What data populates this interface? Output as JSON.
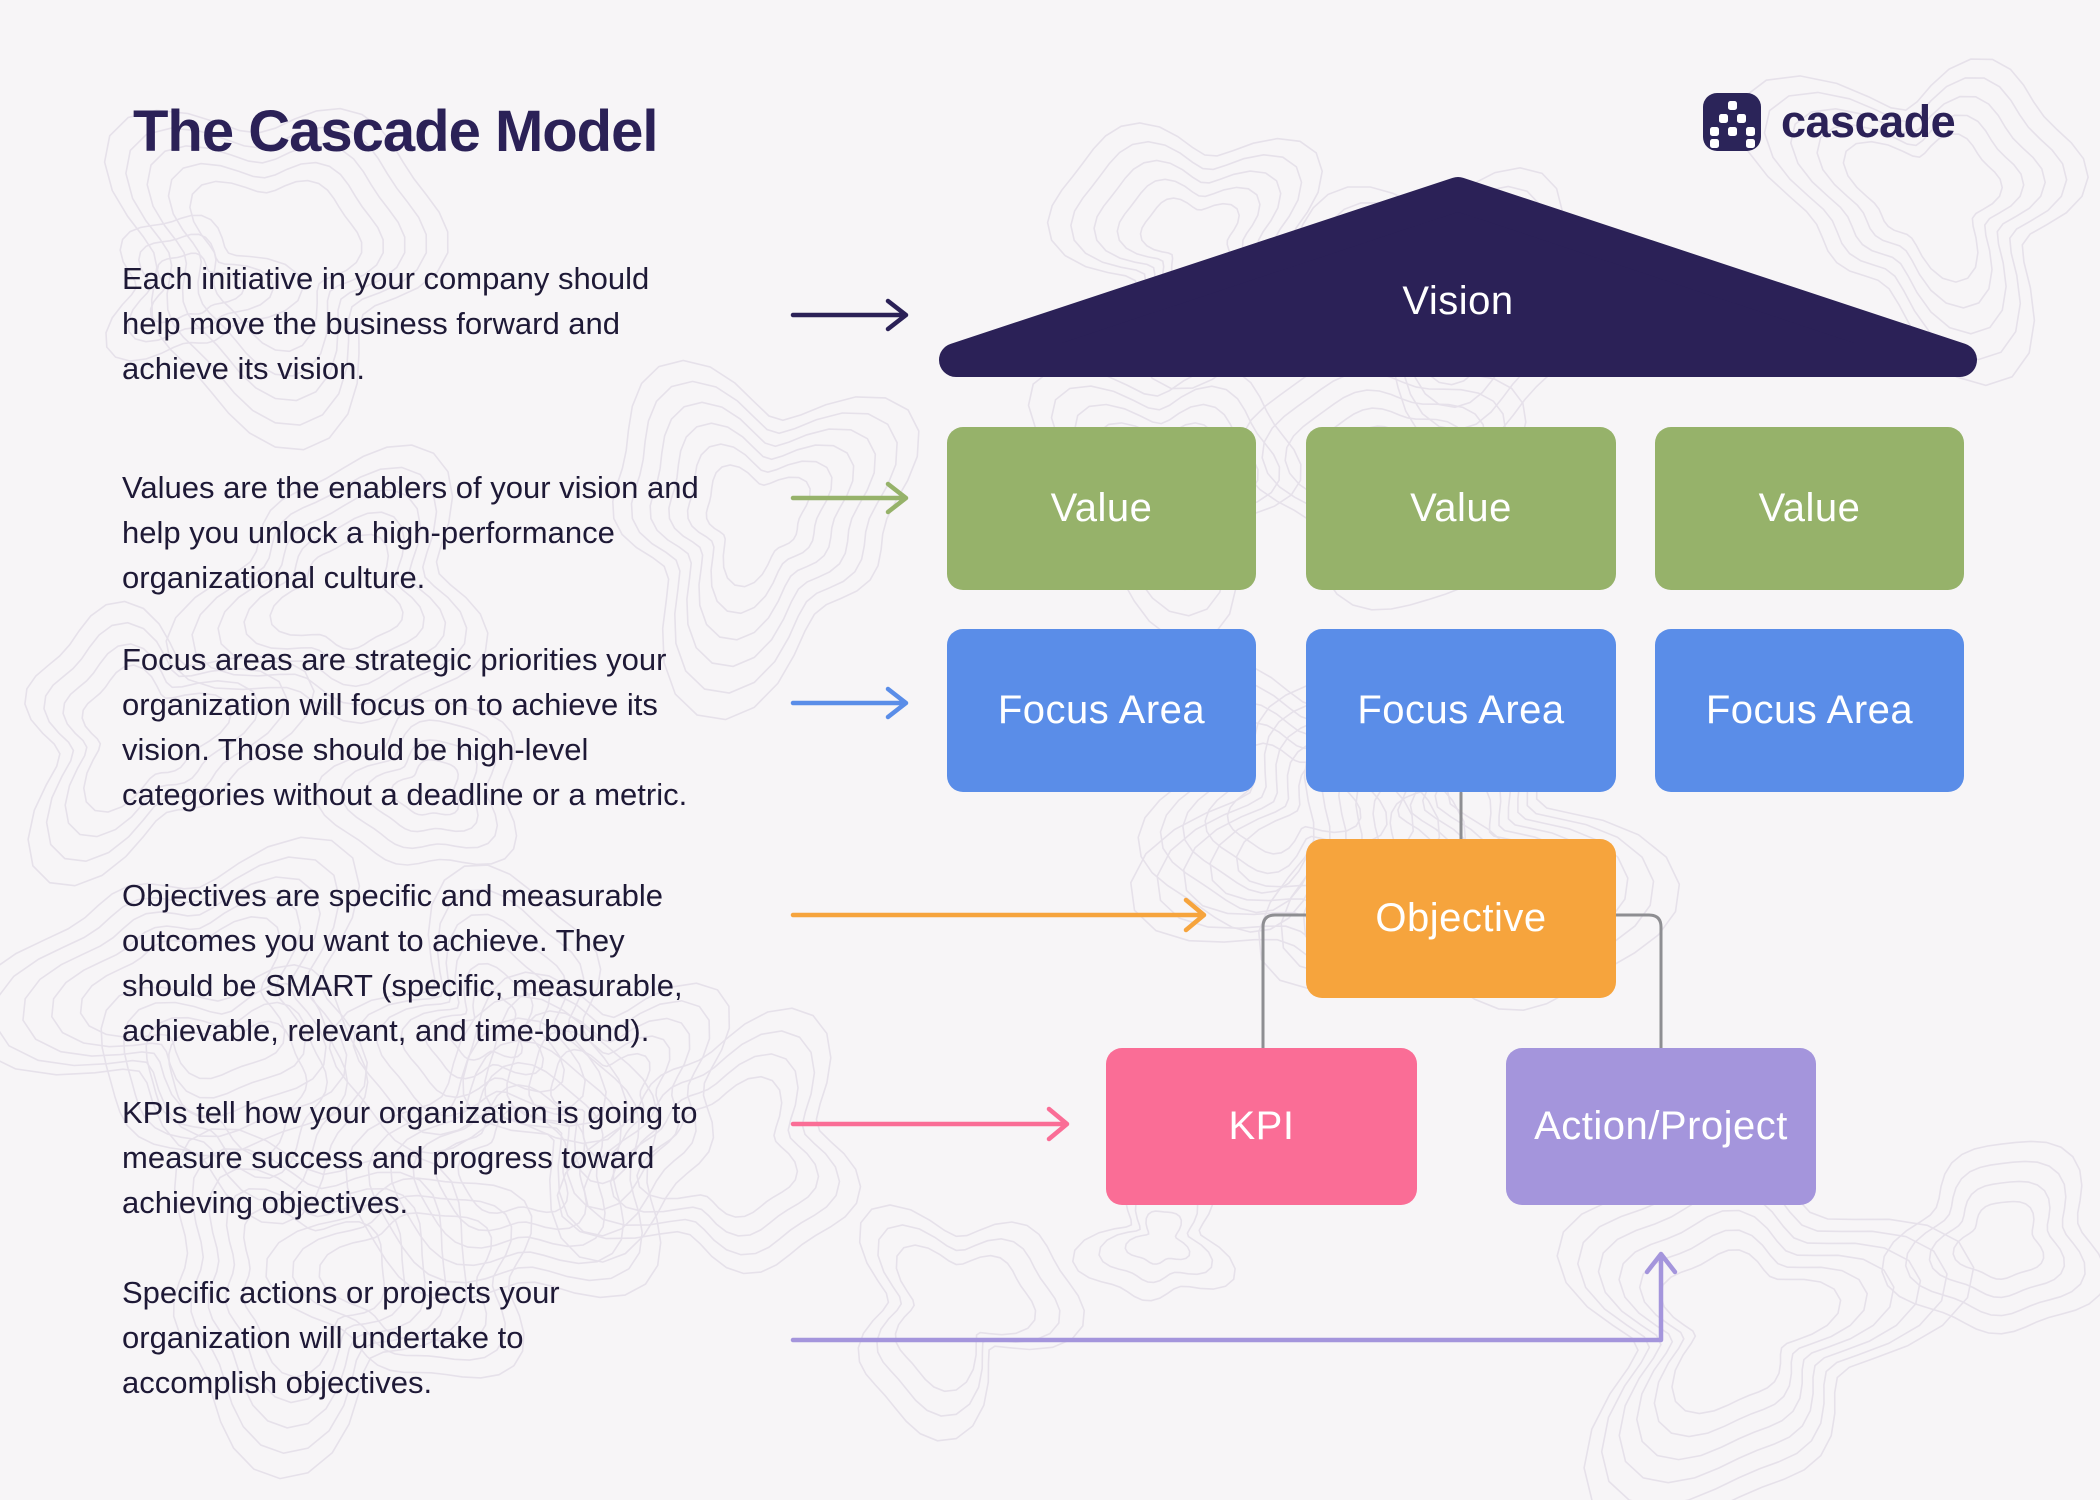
{
  "header": {
    "title": "The Cascade Model",
    "brand": "cascade"
  },
  "colors": {
    "background": "#f7f5f7",
    "navy": "#2b2157",
    "green": "#96b26a",
    "blue": "#5a8de8",
    "orange": "#f6a43d",
    "pink": "#fa6d96",
    "purple": "#a495dc",
    "connector_gray": "#8e8e92",
    "text": "#1e1936"
  },
  "annotations": [
    {
      "text": "Each initiative in your company should\nhelp move the business forward and\nachieve its vision.",
      "arrow_color": "#2b2157"
    },
    {
      "text": "Values are the enablers of your vision and\nhelp you unlock a high-performance\norganizational culture.",
      "arrow_color": "#96b26a"
    },
    {
      "text": "Focus areas are strategic priorities your\norganization will focus on to achieve its\nvision. Those should be high-level\ncategories without a deadline or a metric.",
      "arrow_color": "#5a8de8"
    },
    {
      "text": "Objectives are specific and measurable\noutcomes you want to achieve. They\nshould be SMART (specific, measurable,\nachievable, relevant, and time-bound).",
      "arrow_color": "#f6a43d"
    },
    {
      "text": "KPIs tell how your organization is going to\nmeasure success and progress toward\nachieving objectives.",
      "arrow_color": "#fa6d96"
    },
    {
      "text": "Specific actions or projects your\norganization will undertake to\naccomplish objectives.",
      "arrow_color": "#a495dc"
    }
  ],
  "diagram": {
    "vision": {
      "label": "Vision",
      "color": "#2b2157"
    },
    "values": [
      {
        "label": "Value"
      },
      {
        "label": "Value"
      },
      {
        "label": "Value"
      }
    ],
    "value_color": "#96b26a",
    "focus_areas": [
      {
        "label": "Focus Area"
      },
      {
        "label": "Focus Area"
      },
      {
        "label": "Focus Area"
      }
    ],
    "focus_color": "#5a8de8",
    "objective": {
      "label": "Objective",
      "color": "#f6a43d"
    },
    "kpi": {
      "label": "KPI",
      "color": "#fa6d96"
    },
    "action_project": {
      "label": "Action/Project",
      "color": "#a495dc"
    }
  }
}
